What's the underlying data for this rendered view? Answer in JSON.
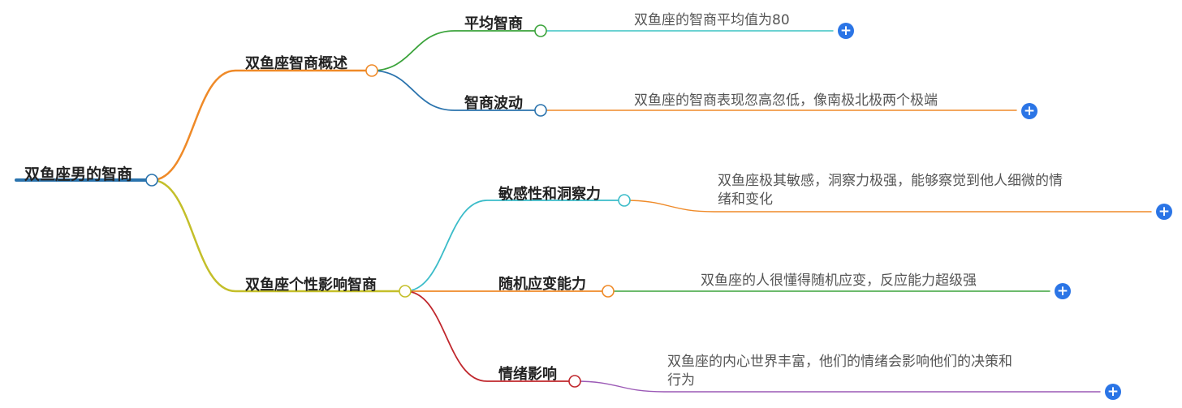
{
  "root": {
    "label": "双鱼座男的智商",
    "color": "#2a73ad"
  },
  "branches": [
    {
      "label": "双鱼座智商概述",
      "color": "#ef8a28",
      "children": [
        {
          "label": "平均智商",
          "color": "#3ba33b",
          "leaf_color": "#3cc4c4",
          "text": [
            "双鱼座的智商平均值为80"
          ]
        },
        {
          "label": "智商波动",
          "color": "#2a73ad",
          "leaf_color": "#ef8a28",
          "text": [
            "双鱼座的智商表现忽高忽低，像南极北极两个极端"
          ]
        }
      ]
    },
    {
      "label": "双鱼座个性影响智商",
      "color": "#c4bf2a",
      "children": [
        {
          "label": "敏感性和洞察力",
          "color": "#3bbcc9",
          "leaf_color": "#ef8a28",
          "text": [
            "双鱼座极其敏感，洞察力极强，能够察觉到他人细微的情",
            "绪和变化"
          ]
        },
        {
          "label": "随机应变能力",
          "color": "#ef8a28",
          "leaf_color": "#3ba33b",
          "text": [
            "双鱼座的人很懂得随机应变，反应能力超级强"
          ]
        },
        {
          "label": "情绪影响",
          "color": "#c0272d",
          "leaf_color": "#9b59b6",
          "text": [
            "双鱼座的内心世界丰富，他们的情绪会影响他们的决策和",
            "行为"
          ]
        }
      ]
    }
  ],
  "expand_symbol": "+"
}
